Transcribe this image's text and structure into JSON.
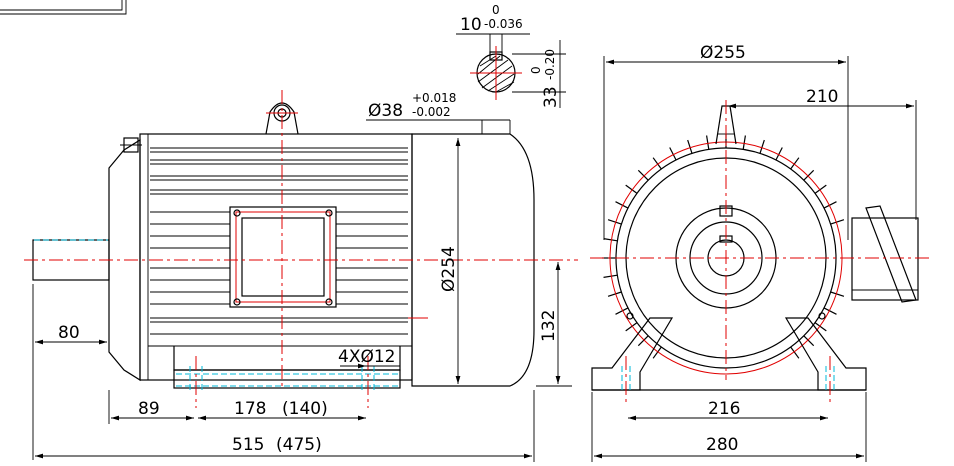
{
  "side_view": {
    "dim_80": "80",
    "dim_89": "89",
    "dim_178": "178",
    "dim_140": "(140)",
    "dim_515": "515",
    "dim_475": "(475)",
    "dim_132": "132",
    "dim_254": "Ø254",
    "dim_holes": "4XØ12",
    "dim_shaft": "Ø38",
    "dim_shaft_upper": "+0.018",
    "dim_shaft_lower": "-0.002"
  },
  "key_section": {
    "dim_key": "10",
    "dim_key_upper": "0",
    "dim_key_lower": "-0.036",
    "dim_33": "33",
    "dim_33_upper": "0",
    "dim_33_lower": "-0.20"
  },
  "end_view": {
    "dim_255": "Ø255",
    "dim_210": "210",
    "dim_216": "216",
    "dim_280": "280"
  }
}
